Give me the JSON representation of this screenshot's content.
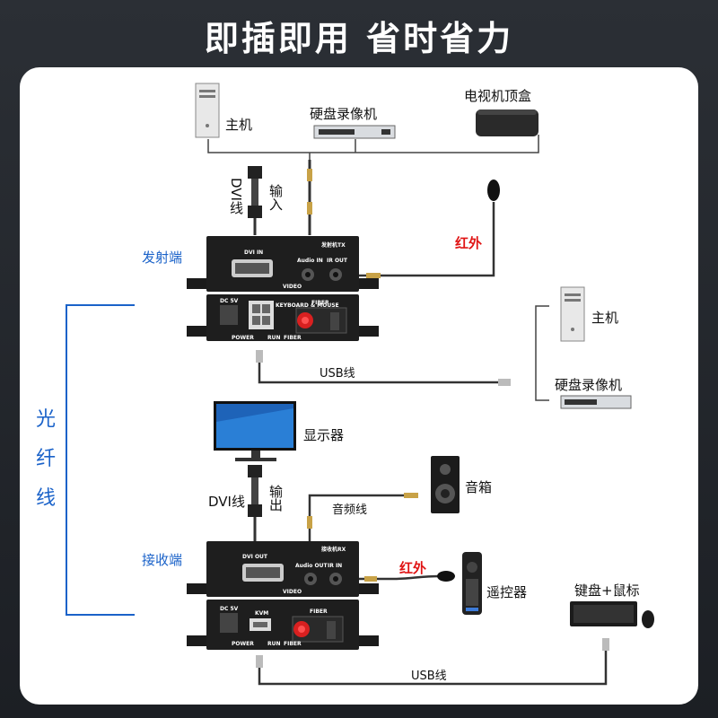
{
  "header": {
    "title": "即插即用 省时省力"
  },
  "top_sources": {
    "host": "主机",
    "dvr": "硬盘录像机",
    "stb": "电视机顶盒"
  },
  "cables": {
    "dvi_in": "DVI线",
    "input": "输入",
    "ir_top": "红外",
    "usb_top": "USB线",
    "dvi_out": "DVI线",
    "output": "输出",
    "audio": "音频线",
    "ir_bottom": "红外",
    "usb_bottom": "USB线",
    "fiber": "光纤线"
  },
  "transmitter": {
    "label": "发射端",
    "model": "发射机TX",
    "port_dvi": "DVI IN",
    "port_audio": "Audio IN",
    "port_ir": "IR OUT",
    "port_video": "VIDEO",
    "port_dc": "DC 5V",
    "port_kbm": "KEYBOARD & MOUSE",
    "port_fiber": "FIBER",
    "led_power": "POWER",
    "led_run": "RUN",
    "led_fiber": "FIBER"
  },
  "receiver": {
    "label": "接收端",
    "model": "接收机RX",
    "port_dvi": "DVI OUT",
    "port_audio": "Audio OUT",
    "port_ir": "IR IN",
    "port_video": "VIDEO",
    "port_dc": "DC 5V",
    "port_kvm": "KVM",
    "port_fiber": "FIBER",
    "led_power": "POWER",
    "led_run": "RUN",
    "led_fiber": "FIBER"
  },
  "right_devices": {
    "host": "主机",
    "dvr": "硬盘录像机"
  },
  "outputs": {
    "monitor": "显示器",
    "speaker": "音箱",
    "remote": "遥控器",
    "kbm": "键盘+鼠标"
  }
}
